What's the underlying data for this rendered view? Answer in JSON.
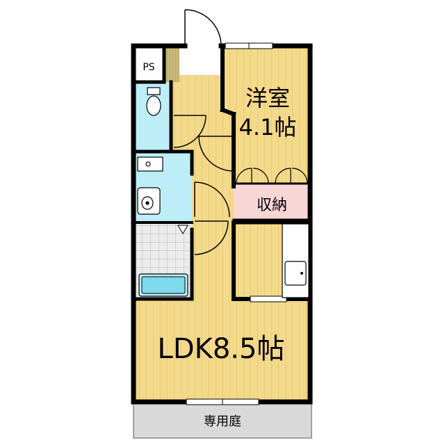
{
  "rooms": {
    "western_room": {
      "name": "洋室",
      "size": "4.1帖"
    },
    "storage": {
      "name": "収納"
    },
    "ldk": {
      "name": "LDK8.5帖"
    },
    "ps": {
      "name": "PS"
    },
    "private_garden": {
      "name": "専用庭"
    }
  },
  "colors": {
    "floor_wood": "#f3d98a",
    "floor_wood_line": "#e6c060",
    "wet_area": "#bdeef8",
    "storage": "#f8d6d6",
    "garden": "#d9d9d9",
    "wall": "#000000",
    "entrance_tile": "#c8b878"
  }
}
